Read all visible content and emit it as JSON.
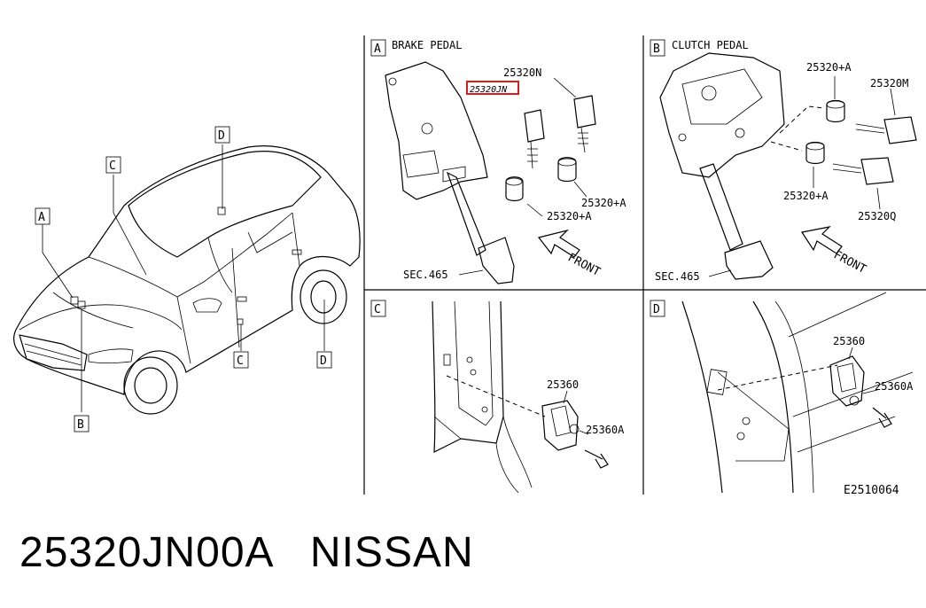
{
  "callouts": {
    "vehicle": [
      "A",
      "B",
      "C",
      "C",
      "D",
      "D"
    ],
    "panel_a": "A",
    "panel_b": "B",
    "panel_c": "C",
    "panel_d": "D"
  },
  "panel_a": {
    "title": "BRAKE PEDAL",
    "labels": [
      "25320N",
      "25320+A",
      "25320+A",
      "SEC.465"
    ],
    "highlight": "25320JN",
    "highlight_color": "#e0191a",
    "arrow": "FRONT"
  },
  "panel_b": {
    "title": "CLUTCH PEDAL",
    "labels": [
      "25320+A",
      "25320M",
      "25320+A",
      "25320Q",
      "SEC.465"
    ],
    "arrow": "FRONT"
  },
  "panel_c": {
    "labels": [
      "25360",
      "25360A"
    ]
  },
  "panel_d": {
    "labels": [
      "25360",
      "25360A"
    ]
  },
  "figure_code": "E2510064",
  "footer": {
    "part_number": "25320JN00A",
    "brand": "NISSAN"
  }
}
